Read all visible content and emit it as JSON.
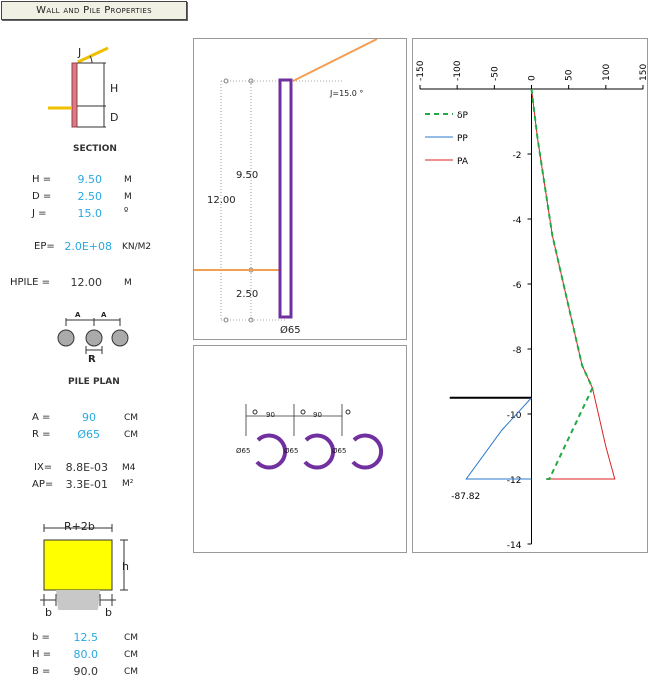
{
  "title": "Wall and Pile Properties",
  "section": {
    "caption": "SECTION",
    "labels": {
      "j": "J",
      "h": "H",
      "d": "D"
    },
    "params": [
      {
        "label": "H =",
        "value": "9.50",
        "unit": "M"
      },
      {
        "label": "D =",
        "value": "2.50",
        "unit": "M"
      },
      {
        "label": "J =",
        "value": "15.0",
        "unit": "º"
      }
    ],
    "ep": {
      "label": "EP=",
      "value": "2.0E+08",
      "unit": "KN/M2"
    },
    "hpile": {
      "label": "HPILE =",
      "value": "12.00",
      "unit": "M"
    }
  },
  "pile_plan": {
    "caption": "PILE PLAN",
    "labels": {
      "a1": "a",
      "a2": "a",
      "r": "R"
    },
    "params": [
      {
        "label": "A =",
        "value": "90",
        "unit": "CM"
      },
      {
        "label": "R =",
        "value": "Ø65",
        "unit": "CM"
      }
    ],
    "ix": {
      "label": "IX=",
      "value": "8.8E-03",
      "unit": "M4"
    },
    "ap": {
      "label": "AP=",
      "value": "3.3E-01",
      "unit": "M²"
    }
  },
  "cap": {
    "labels": {
      "width": "R+2b",
      "h": "h",
      "b1": "b",
      "b2": "b"
    },
    "params": [
      {
        "label": "b =",
        "value": "12.5",
        "unit": "CM"
      },
      {
        "label": "H =",
        "value": "80.0",
        "unit": "CM"
      },
      {
        "label": "B =",
        "value": "90.0",
        "unit": "CM"
      }
    ]
  },
  "elevation": {
    "angle_label": "J=15.0 °",
    "dim_total": "12.00",
    "dim_upper": "9.50",
    "dim_lower": "2.50",
    "pile_label": "Ø65"
  },
  "plan_view": {
    "spacing_1": "90",
    "spacing_2": "90",
    "pile_labels": [
      "Ø65",
      "Ø65",
      "Ø65"
    ]
  },
  "colors": {
    "accent_value": "#29a8e0",
    "pile": "#7030a0",
    "soil_line": "#f0a050",
    "cap_fill": "#ffff00",
    "wall_fill": "#e07880",
    "dp_series": "#22aa44",
    "pp_series": "#2a78c8",
    "pa_series": "#dd2222"
  },
  "chart_data": {
    "type": "line",
    "x_ticks": [
      -150,
      -100,
      -50,
      0,
      50,
      100,
      150
    ],
    "y_ticks": [
      -2,
      -4,
      -6,
      -8,
      -10,
      -12,
      -14
    ],
    "xlim": [
      -150,
      150
    ],
    "ylim": [
      -14,
      0
    ],
    "legend_placement": "top-left",
    "annotation": "-87.82",
    "series": [
      {
        "name": "δP",
        "style": "dashed",
        "x": [
          0,
          8,
          18,
          28,
          38,
          48,
          58,
          68,
          78,
          82,
          24,
          20
        ],
        "y": [
          0,
          -1.5,
          -3,
          -4.5,
          -5.5,
          -6.5,
          -7.5,
          -8.5,
          -9.0,
          -9.2,
          -12.0,
          -12.0
        ]
      },
      {
        "name": "PP",
        "style": "solid",
        "x": [
          0,
          -40,
          -87.82,
          0
        ],
        "y": [
          -9.5,
          -10.5,
          -12.0,
          -12.0
        ]
      },
      {
        "name": "PA",
        "style": "solid",
        "x": [
          0,
          8,
          18,
          28,
          38,
          48,
          58,
          68,
          78,
          82,
          100,
          112,
          20
        ],
        "y": [
          0,
          -1.5,
          -3,
          -4.5,
          -5.5,
          -6.5,
          -7.5,
          -8.5,
          -9.0,
          -9.2,
          -11.0,
          -12.0,
          -12.0
        ]
      }
    ],
    "wall_line": {
      "x": [
        -110,
        0
      ],
      "y": [
        -9.5,
        -9.5
      ]
    }
  }
}
